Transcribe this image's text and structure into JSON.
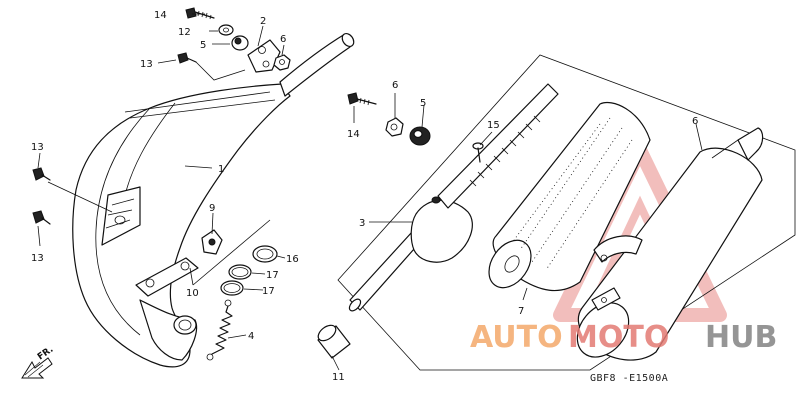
{
  "diagram": {
    "part_numbers": {
      "p1": "1",
      "p2": "2",
      "p3": "3",
      "p4": "4",
      "p5a": "5",
      "p5b": "5",
      "p6a": "6",
      "p6b": "6",
      "p6c": "6",
      "p7": "7",
      "p9": "9",
      "p10": "10",
      "p11": "11",
      "p12": "12",
      "p13a": "13",
      "p13b": "13",
      "p13c": "13",
      "p14a": "14",
      "p14b": "14",
      "p15": "15",
      "p16": "16",
      "p17a": "17",
      "p17b": "17"
    },
    "direction_label": "FR.",
    "diagram_code": "GBF8 -E1500A"
  },
  "watermark": {
    "part1": "AUTO",
    "part2": "MOTO",
    "part3": "HUB",
    "color_auto": "#f4a96a",
    "color_moto": "#e37b74",
    "color_hub": "#8a8a8a",
    "triangle_color": "#e88a86"
  }
}
